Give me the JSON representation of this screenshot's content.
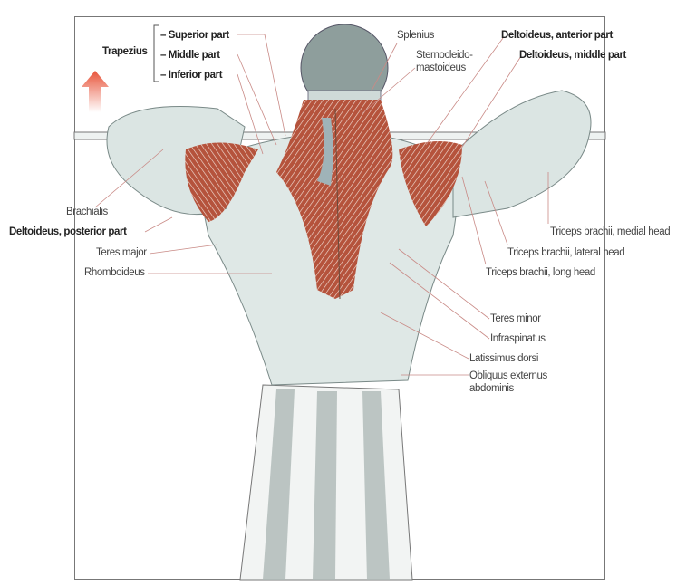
{
  "trapezius": {
    "label": "Trapezius",
    "parts": [
      "– Superior part",
      "– Middle part",
      "– Inferior part"
    ],
    "arrow_color": "#e8543a"
  },
  "labels_left": {
    "brachialis": "Brachialis",
    "deltoid_posterior": "Deltoideus, posterior part",
    "teres_major": "Teres major",
    "rhomboideus": "Rhomboideus"
  },
  "labels_top": {
    "splenius": "Splenius",
    "scm_line1": "Sternocleido-",
    "scm_line2": "mastoideus",
    "deltoid_anterior": "Deltoideus, anterior part",
    "deltoid_middle": "Deltoideus, middle part"
  },
  "labels_right": {
    "triceps_medial": "Triceps brachii, medial head",
    "triceps_lateral": "Triceps brachii, lateral head",
    "triceps_long": "Triceps brachii, long head",
    "teres_minor": "Teres minor",
    "infraspinatus": "Infraspinatus",
    "latissimus": "Latissimus dorsi",
    "obliquus_line1": "Obliquus externus",
    "obliquus_line2": "abdominis"
  },
  "colors": {
    "muscle_highlight": "#b5533c",
    "skin_sketch": "#dfe8e6",
    "leader_line": "#c98a86"
  }
}
